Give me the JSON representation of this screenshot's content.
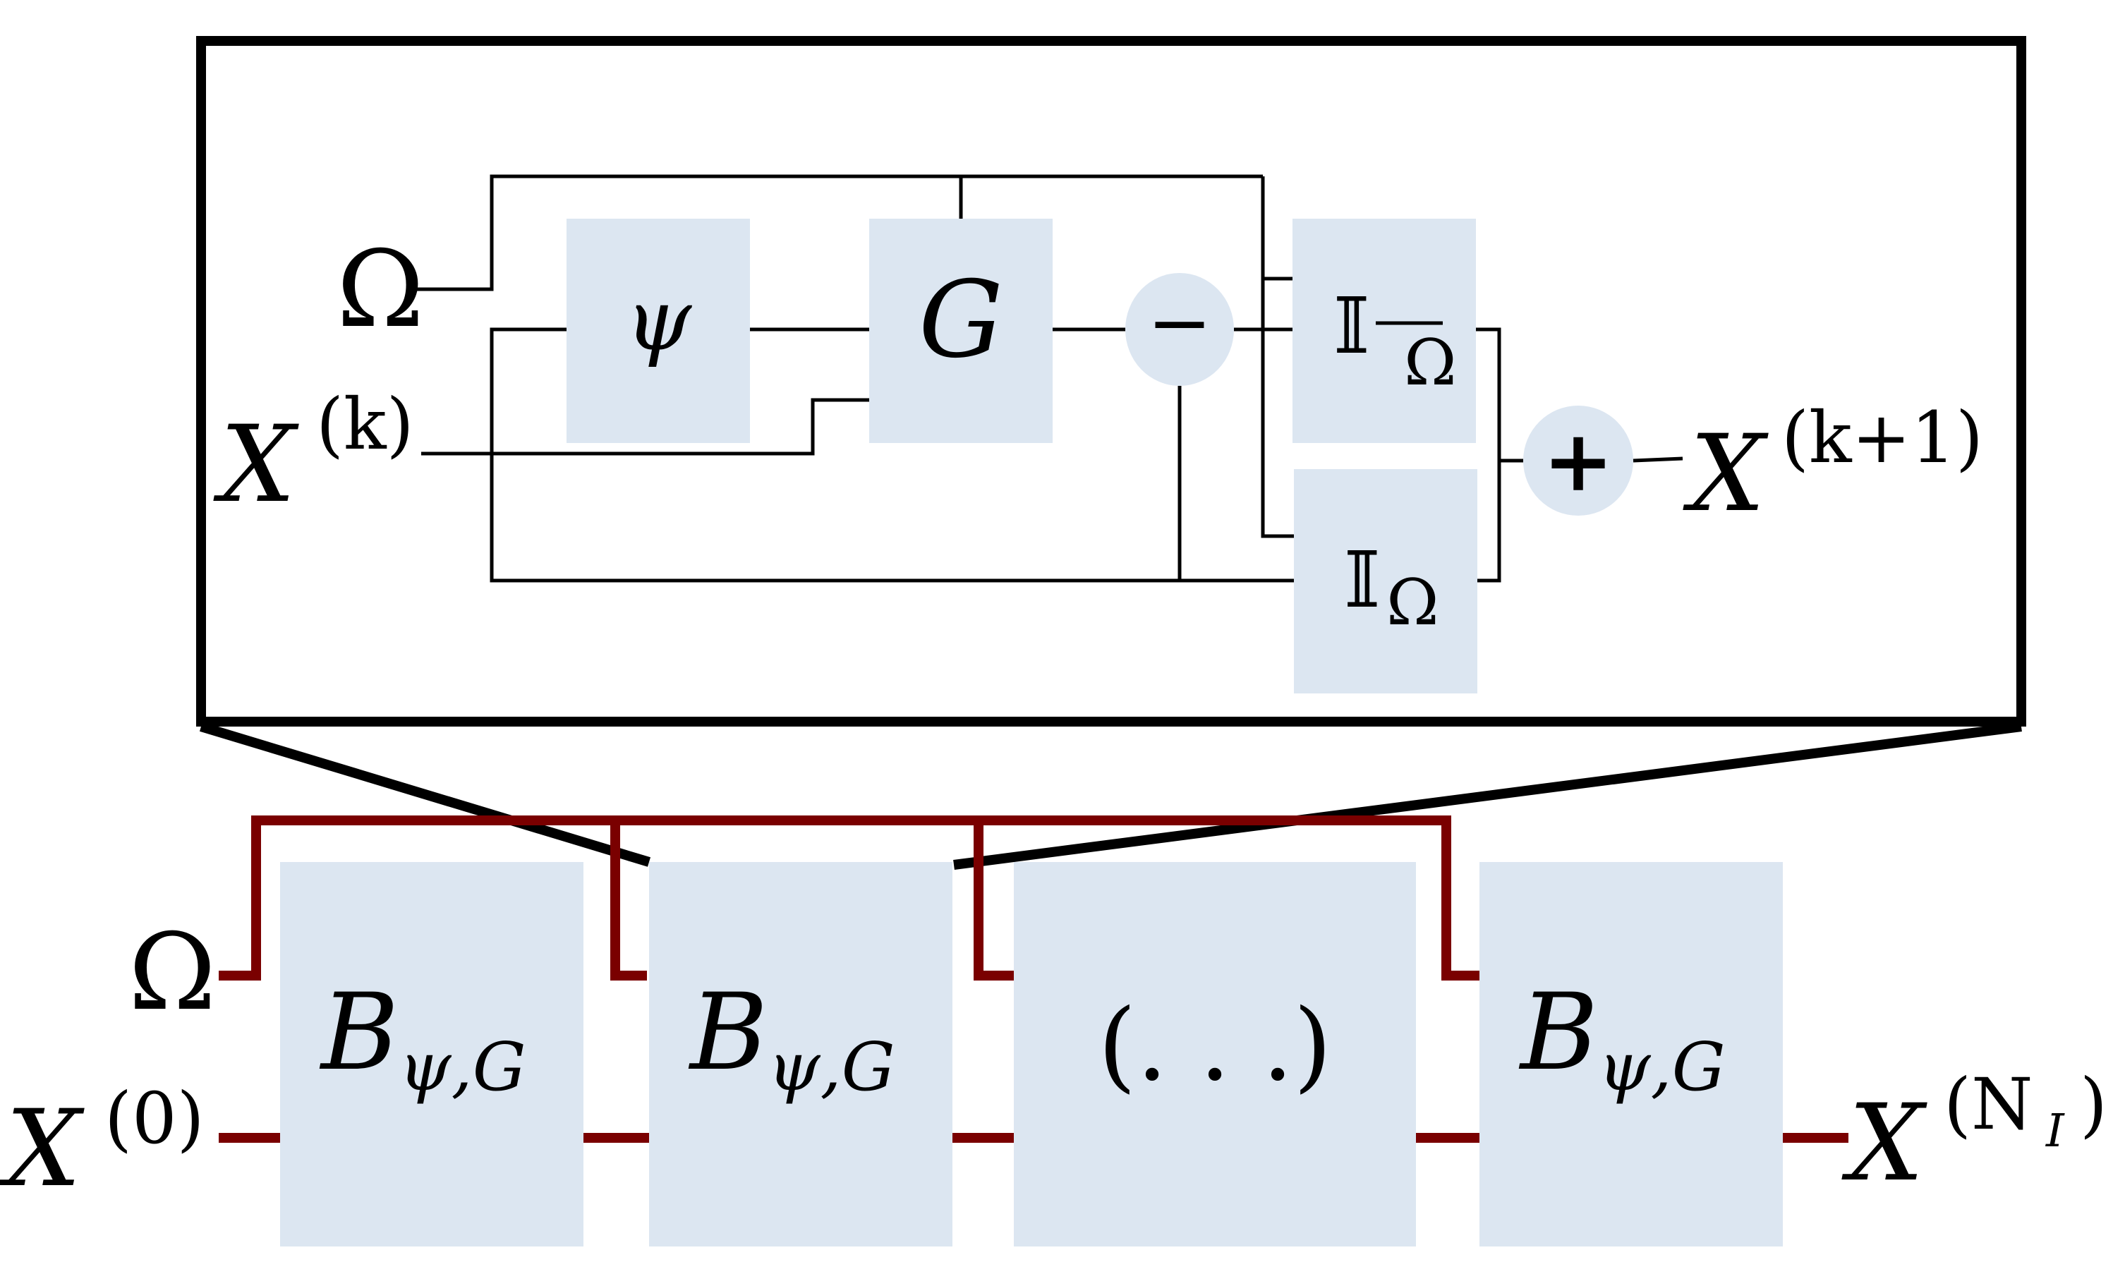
{
  "detail": {
    "inputs": {
      "omega": "Ω",
      "x_base": "X",
      "x_sup": "(k)"
    },
    "blocks": {
      "psi": "ψ",
      "g": "G",
      "minus": "−",
      "plus": "+"
    },
    "indicators": {
      "symbol": "𝕀",
      "complement_sub": "Ω",
      "sub": "Ω"
    },
    "output": {
      "x_base": "X",
      "x_sup": "(k+1)"
    }
  },
  "chain": {
    "inputs": {
      "omega": "Ω",
      "x_base": "X",
      "x_sup": "(0)"
    },
    "blocks": [
      {
        "base": "B",
        "sub": "ψ,G"
      },
      {
        "base": "B",
        "sub": "ψ,G"
      },
      {
        "label": "(. . .)"
      },
      {
        "base": "B",
        "sub": "ψ,G"
      }
    ],
    "output": {
      "x_base": "X",
      "x_sup": "(N",
      "x_sub": "I",
      "x_close": ")"
    }
  },
  "colors": {
    "block_fill": "#dce6f1",
    "chain_line": "#7a0000",
    "wire": "#000000"
  }
}
